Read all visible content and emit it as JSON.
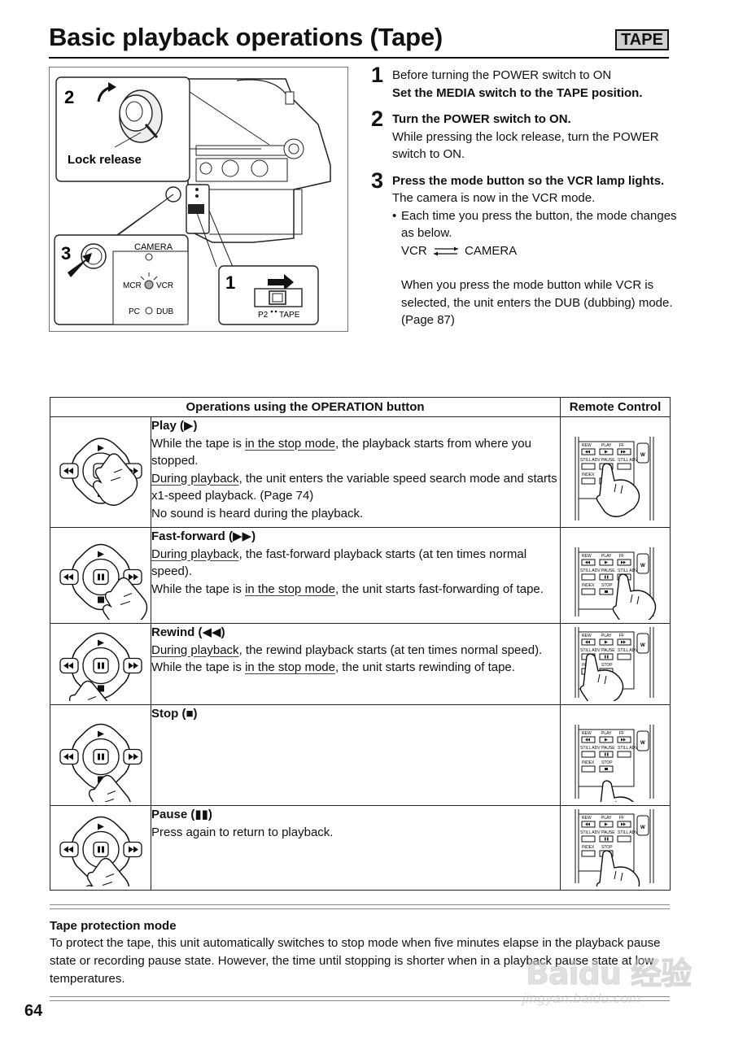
{
  "header": {
    "title": "Basic playback operations (Tape)",
    "badge": "TAPE"
  },
  "figure": {
    "callout_2": "2",
    "callout_3": "3",
    "callout_1": "1",
    "lock_release": "Lock release",
    "camera": "CAMERA",
    "mcr": "MCR",
    "vcr": "VCR",
    "pc": "PC",
    "dub": "DUB",
    "p2": "P2",
    "tape": "TAPE"
  },
  "steps": [
    {
      "number": "1",
      "line1": "Before turning the POWER switch to ON",
      "line2": "Set the MEDIA switch to the TAPE position."
    },
    {
      "number": "2",
      "line1": "Turn the POWER switch to ON.",
      "line2": "While pressing the lock release, turn the POWER switch to ON."
    },
    {
      "number": "3",
      "line1": "Press the mode button so the VCR lamp lights.",
      "line2": "The camera is now in the VCR mode.",
      "bullet": "Each time you press the button, the mode changes as below.",
      "vcr": "VCR",
      "camera": "CAMERA",
      "dub_note": "When you press the mode button while VCR is selected, the unit enters the DUB (dubbing) mode. (Page 87)"
    }
  ],
  "table": {
    "col_operations": "Operations using the OPERATION button",
    "col_remote": "Remote Control",
    "rows": [
      {
        "name": "Play (▶)",
        "a1": "While the tape is ",
        "u1": "in the stop mode",
        "a2": ", the playback starts from where you stopped.",
        "u2": "During playback",
        "a3": ", the unit enters the variable speed search mode and starts x1-speed playback. (Page 74)",
        "a4": "No sound is heard during the playback."
      },
      {
        "name": "Fast-forward (▶▶)",
        "u1": "During playback",
        "a1": ", the fast-forward playback starts (at ten times normal speed).",
        "a2": "While the tape is ",
        "u2": "in the stop mode",
        "a3": ", the unit starts fast-forwarding of tape."
      },
      {
        "name": "Rewind (◀◀)",
        "u1": "During playback",
        "a1": ", the rewind playback starts (at ten times normal speed).",
        "a2": "While the tape is ",
        "u2": "in the stop mode",
        "a3": ", the unit starts rewinding of tape."
      },
      {
        "name": "Stop (■)"
      },
      {
        "name": "Pause (▮▮)",
        "a1": "Press again to return to playback."
      }
    ],
    "remote_labels": {
      "rew": "REW",
      "play": "PLAY",
      "ff": "FF",
      "still_adv": "STILL ADV",
      "pause": "PAUSE",
      "index": "INDEX",
      "stop": "STOP",
      "w": "W"
    }
  },
  "note": {
    "title": "Tape protection mode",
    "body": "To protect the tape, this unit automatically switches to stop mode when five minutes elapse in the playback pause state or recording pause state. However, the time until stopping is shorter when in a playback pause state at low temperatures."
  },
  "footer": {
    "page_number": "64"
  },
  "watermark": {
    "logo": "Baidu 经验",
    "url": "jingyan.baidu.com"
  }
}
